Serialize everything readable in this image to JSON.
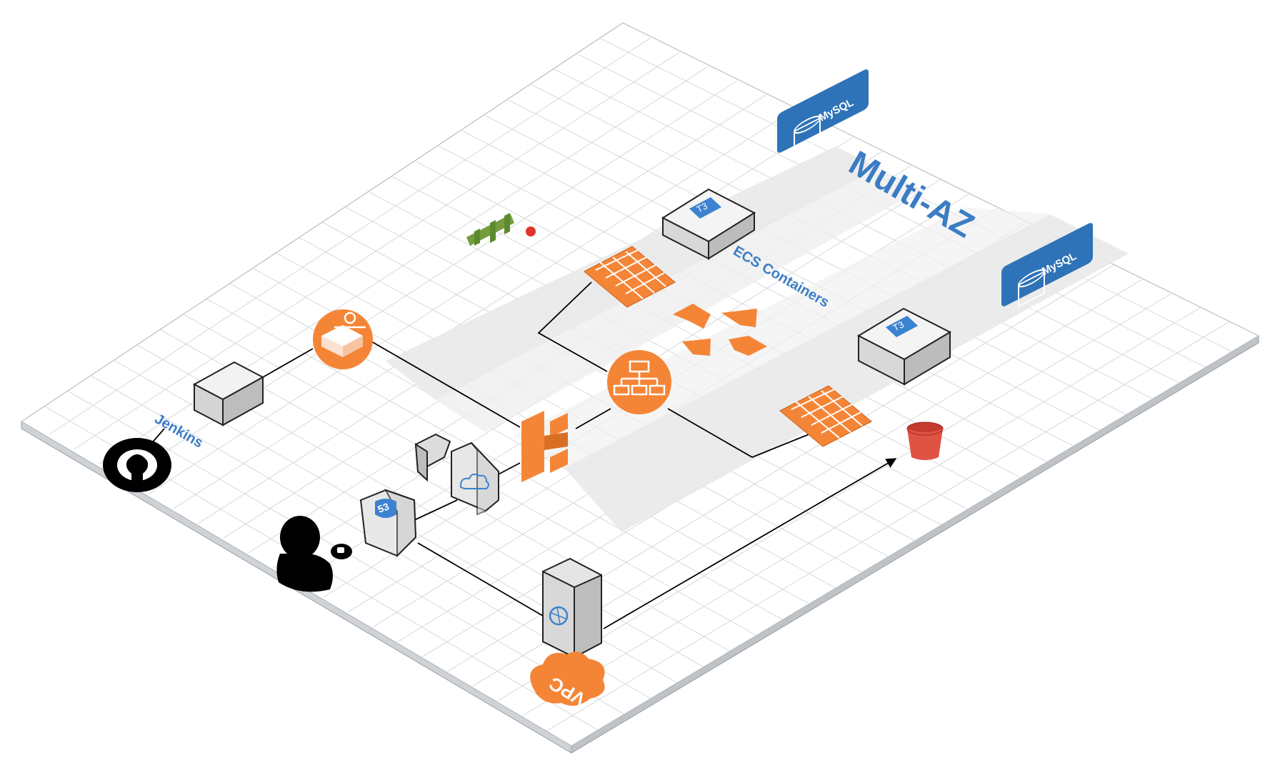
{
  "labels": {
    "jenkins": "Jenkins",
    "ecs_containers": "ECS Containers",
    "multi_az": "Multi-AZ",
    "vpc": "VPC",
    "mysql_1": "MySQL",
    "mysql_2": "MySQL",
    "mysql_badge_1": "M",
    "mysql_badge_2": "M",
    "t3_1": "T3",
    "t3_2": "T3",
    "route53": "53"
  },
  "icons": {
    "github": "github-icon",
    "jenkins_server": "jenkins-server-icon",
    "ecr": "ecr-registry-icon",
    "cloudwatch": "cloudwatch-icon",
    "load_balancer": "elb-icon",
    "ecs_cluster": "ecs-icon",
    "api_gateway": "api-gateway-icon",
    "cloudfront": "cloudfront-icon",
    "route53": "route53-icon",
    "user": "user-icon",
    "vpc_gateway": "internet-gateway-icon",
    "s3": "s3-bucket-icon",
    "auto_scaling": "auto-scaling-icon",
    "task_definition": "ecs-task-icon"
  },
  "colors": {
    "aws_orange": "#F58536",
    "aws_blue": "#2E73B8",
    "label_blue": "#3B7DC4",
    "s3_red": "#E05243",
    "cloudwatch_green": "#759C3E",
    "grid_line": "#D4D6D9",
    "shade": "#E8E8E8"
  }
}
